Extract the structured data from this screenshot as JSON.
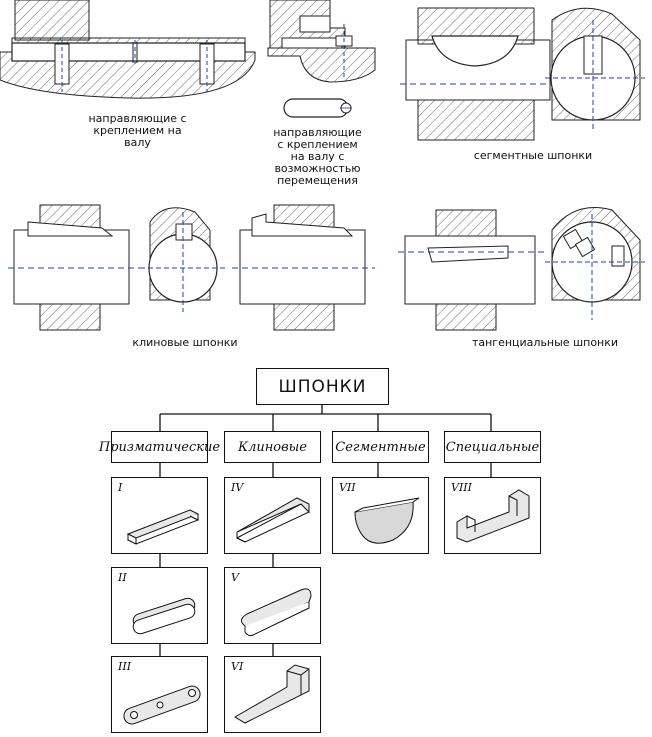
{
  "top_captions": {
    "guide_fixed": "направляющие с креплением на валу",
    "guide_movable": "направляющие с креплением на валу с возможностью перемещения",
    "segment": "сегментные шпонки"
  },
  "middle_captions": {
    "wedge": "клиновые шпонки",
    "tangential": "тангенциальные шпонки"
  },
  "tree": {
    "root": "ШПОНКИ",
    "categories": [
      "Призматические",
      "Клиновые",
      "Сегментные",
      "Специальные"
    ],
    "cards": [
      {
        "numeral": "I",
        "icon": "prismatic-key-block-icon"
      },
      {
        "numeral": "II",
        "icon": "prismatic-key-rounded-icon"
      },
      {
        "numeral": "III",
        "icon": "prismatic-key-with-holes-icon"
      },
      {
        "numeral": "IV",
        "icon": "wedge-key-icon"
      },
      {
        "numeral": "V",
        "icon": "wedge-key-rounded-icon"
      },
      {
        "numeral": "VI",
        "icon": "gib-head-key-icon"
      },
      {
        "numeral": "VII",
        "icon": "woodruff-key-icon"
      },
      {
        "numeral": "VIII",
        "icon": "special-key-icon"
      }
    ]
  }
}
